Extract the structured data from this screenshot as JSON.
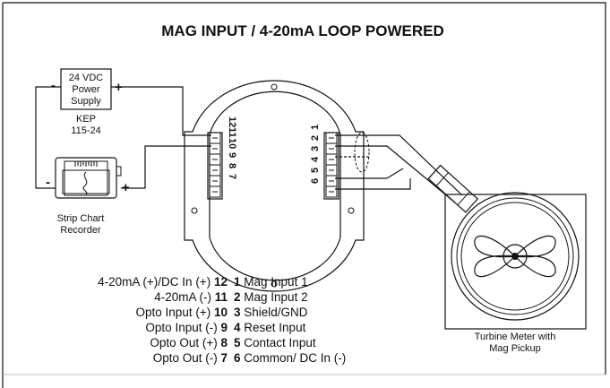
{
  "title": "MAG INPUT / 4-20mA LOOP POWERED",
  "power_supply": {
    "lines": [
      "24 VDC",
      "Power",
      "Supply"
    ],
    "minus": "-",
    "plus": "+",
    "model_line1": "KEP",
    "model_line2": "115-24"
  },
  "recorder": {
    "minus": "-",
    "plus": "+",
    "label_line1": "Strip Chart",
    "label_line2": "Recorder"
  },
  "left_block_numbers": [
    "12",
    "11",
    "10",
    "9",
    "8",
    "7"
  ],
  "right_block_numbers": [
    "1",
    "2",
    "3",
    "4",
    "5",
    "6"
  ],
  "turbine": {
    "label_line1": "Turbine Meter  with",
    "label_line2": "Mag Pickup"
  },
  "legend_left": [
    {
      "text": "4-20mA (+)/DC In (+)",
      "num": "12"
    },
    {
      "text": "4-20mA (-)",
      "num": "11"
    },
    {
      "text": "Opto Input (+)",
      "num": "10"
    },
    {
      "text": "Opto Input (-)",
      "num": "9"
    },
    {
      "text": "Opto Out (+)",
      "num": "8"
    },
    {
      "text": "Opto Out (-)",
      "num": "7"
    }
  ],
  "legend_right": [
    {
      "num": "1",
      "text": "Mag Input 1"
    },
    {
      "num": "2",
      "text": "Mag Input 2"
    },
    {
      "num": "3",
      "text": "Shield/GND"
    },
    {
      "num": "4",
      "text": " Reset Input"
    },
    {
      "num": "5",
      "text": "Contact Input"
    },
    {
      "num": "6",
      "text": "Common/ DC In (-)"
    }
  ]
}
